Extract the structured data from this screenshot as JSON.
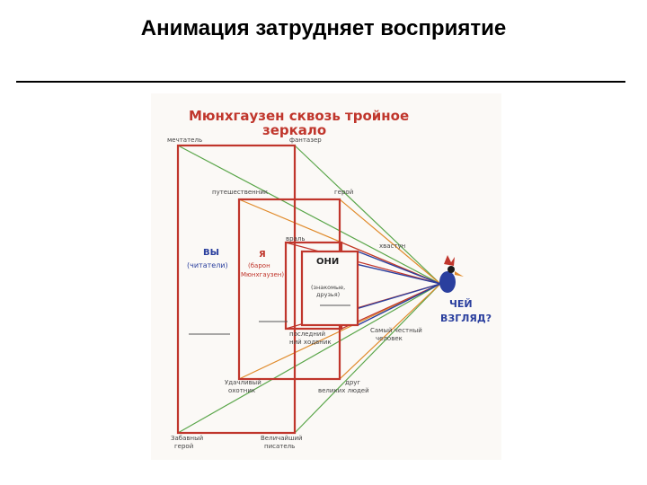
{
  "slide": {
    "title": "Анимация затрудняет восприятие"
  },
  "diagram": {
    "heading_line1": "Мюнхгаузен сквозь тройное",
    "heading_line2": "зеркало",
    "labels": {
      "top_left": "мечтатель",
      "top_right": "фантазер",
      "mid_left_top": "путешественник",
      "mid_right_top": "герой",
      "inner_left_top": "враль",
      "inner_right_top": "хвастун",
      "vy_1": "ВЫ",
      "vy_2": "(читатели)",
      "ya_1": "Я",
      "ya_2": "(барон",
      "ya_3": "Мюнхгаузен)",
      "oni_1": "ОНИ",
      "oni_2": "(знакомые,",
      "oni_3": "друзья)",
      "inner_left_bottom_1": "последний",
      "inner_left_bottom_2": "ний ходвник",
      "inner_right_bottom_1": "Самый честный",
      "inner_right_bottom_2": "человек",
      "mid_left_bottom_1": "Удачливый",
      "mid_left_bottom_2": "охотник",
      "mid_right_bottom_1": "друг",
      "mid_right_bottom_2": "великих людей",
      "outer_left_bottom_1": "Забавный",
      "outer_left_bottom_2": "герой",
      "outer_right_bottom_1": "Величайший",
      "outer_right_bottom_2": "писатель",
      "question_1": "ЧЕЙ",
      "question_2": "ВЗГЛЯД?"
    },
    "colors": {
      "frame": "#c0362c",
      "green": "#5aa64a",
      "orange": "#e08a2a",
      "blue": "#2a3f9e",
      "red": "#c0362c",
      "question": "#2a3f9e"
    }
  }
}
